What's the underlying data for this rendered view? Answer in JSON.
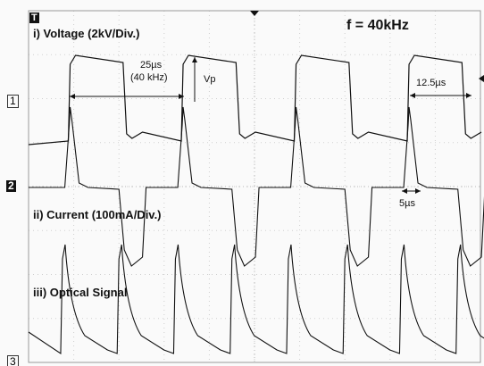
{
  "chart_data": {
    "type": "line",
    "title": "f = 40kHz",
    "grid": true,
    "series": [
      {
        "name": "i) Voltage (2kV/Div.)",
        "values_description_ref": "trapezoidal pulses",
        "pulse_starts_us": [
          0,
          25,
          50,
          75
        ],
        "pulse_width_us": 12.5,
        "period_us": 25
      },
      {
        "name": "ii) Current (100mA/Div.)",
        "pulse_starts_us": [
          0,
          25,
          50,
          75
        ],
        "period_us": 25
      },
      {
        "name": "iii) Optical Signal",
        "pulse_starts_us": [
          0,
          12.5,
          25,
          37.5,
          50,
          62.5,
          75,
          87.5
        ],
        "period_us": 12.5
      }
    ],
    "annotations": {
      "period": "25µs",
      "freq": "(40 kHz)",
      "vp": "Vp",
      "width": "12.5µs",
      "rise": "5µs"
    },
    "channel_markers": [
      "1",
      "2",
      "3"
    ],
    "trigger_marker": "T"
  }
}
